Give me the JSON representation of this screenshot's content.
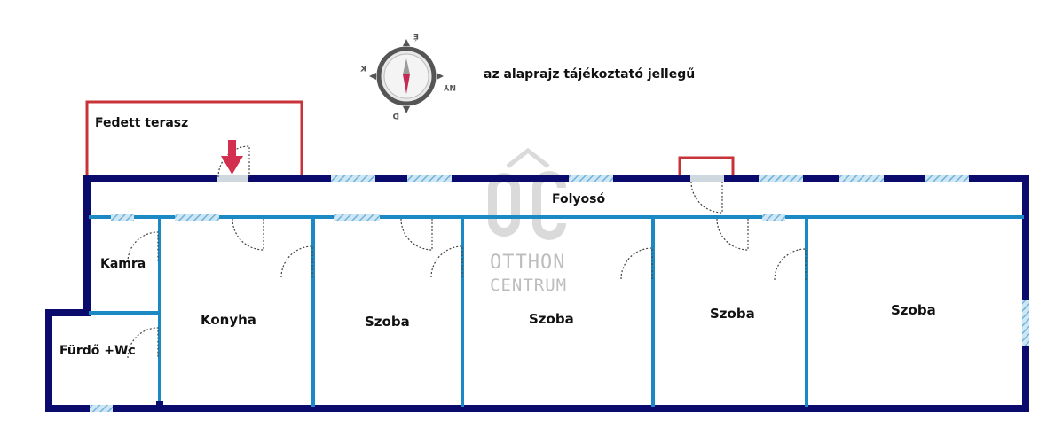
{
  "note": "az alaprajz tájékoztató jellegű",
  "compass": {
    "north": "É",
    "east": "K",
    "south": "D",
    "west": "NY"
  },
  "rooms": {
    "terrace": "Fedett terasz",
    "corridor": "Folyosó",
    "pantry": "Kamra",
    "bathroom": "Fürdő +Wc",
    "kitchen": "Konyha",
    "room1": "Szoba",
    "room2": "Szoba",
    "room3": "Szoba",
    "room4": "Szoba"
  },
  "watermark": {
    "logo": "OC",
    "line1": "OTTHON",
    "line2": "CENTRUM"
  },
  "colors": {
    "outer_wall": "#0b0b6e",
    "inner_wall": "#1b8ac4",
    "window": "#9ecde8",
    "terrace": "#c8333a",
    "entrance_arrow": "#d3304f",
    "watermark": "#bdbdbd"
  }
}
